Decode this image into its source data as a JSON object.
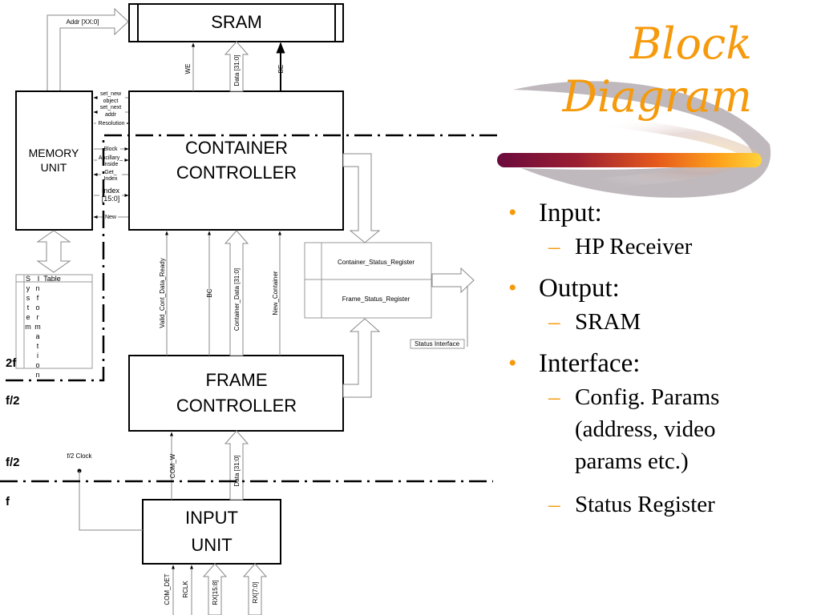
{
  "title_line1": "Block",
  "title_line2": "Diagram",
  "bullets": [
    {
      "label": "Input:",
      "subs": [
        "HP Receiver"
      ]
    },
    {
      "label": "Output:",
      "subs": [
        "SRAM"
      ]
    },
    {
      "label": "Interface:",
      "subs": [
        "Config. Params (address, video params etc.)",
        "Status Register"
      ]
    }
  ],
  "colors": {
    "title": "#f59a0c",
    "bullet": "#f59a0c",
    "swoosh_dark": "#6a0a3c",
    "swoosh_light": "#ffd23a"
  },
  "diagram": {
    "blocks": {
      "sram": "SRAM",
      "memory_unit": [
        "MEMORY",
        "UNIT"
      ],
      "container_controller": [
        "CONTAINER",
        "CONTROLLER"
      ],
      "frame_controller": [
        "FRAME",
        "CONTROLLER"
      ],
      "input_unit": [
        "INPUT",
        "UNIT"
      ]
    },
    "signals": {
      "addr": "Addr [XX:0]",
      "we": "WE",
      "data_sram": "Data [31:0]",
      "be": "BE",
      "set_new_object": [
        "set_new",
        "object"
      ],
      "set_next_addr": [
        "set_next",
        "addr"
      ],
      "resolution": "Resolution",
      "block": "Block",
      "ancillary_inside": [
        "Ancillary_",
        "Inside"
      ],
      "get_index": [
        "Get_",
        "Index"
      ],
      "index": [
        "Index",
        "[15:0]"
      ],
      "new": "New",
      "valid_cont_data_ready": "Valid_Cont_Data_Ready",
      "bc": "BC",
      "container_data": "Container_Data [31:0]",
      "new_container": "New_Container",
      "com_w": "COM_W",
      "data_input": "Data [31:0]",
      "com_det": "COM_DET",
      "rclk": "RCLK",
      "rx_hi": "RX[15:8]",
      "rx_lo": "RX[7:0]",
      "status_interface": "Status Interface",
      "f2_clock": "f/2 Clock"
    },
    "registers": {
      "container_status": "Container_Status_Register",
      "frame_status": "Frame_Status_Register"
    },
    "sit_table": {
      "header": [
        "S",
        "I",
        "Table"
      ],
      "col1": [
        "y",
        "s",
        "t",
        "e",
        "m"
      ],
      "col2": [
        "n",
        "f",
        "o",
        "r",
        "m",
        "a",
        "t",
        "i",
        "o",
        "n"
      ]
    },
    "clock_domains": [
      "2f",
      "f/2",
      "f/2",
      "f"
    ]
  }
}
